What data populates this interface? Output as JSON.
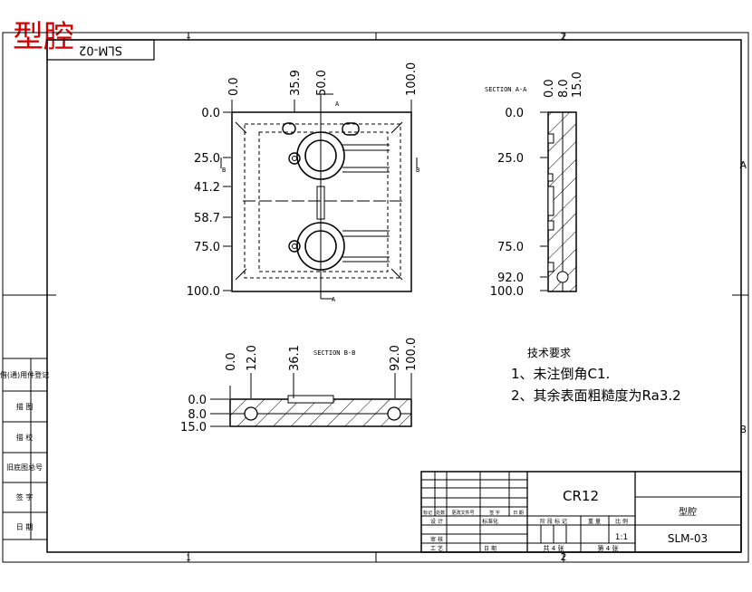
{
  "corner_title": "型腔",
  "stamp_code": "SLM-02",
  "zone_cols": [
    "1",
    "2"
  ],
  "zone_rows": [
    "A",
    "B"
  ],
  "front_view": {
    "x_dims": [
      "0.0",
      "35.9",
      "50.0",
      "100.0"
    ],
    "y_dims": [
      "0.0",
      "25.0",
      "41.2",
      "58.7",
      "75.0",
      "100.0"
    ],
    "section_marks": [
      "A",
      "A",
      "B",
      "B"
    ]
  },
  "section_aa": {
    "title": "SECTION A-A",
    "x_dims": [
      "0.0",
      "8.0",
      "15.0"
    ],
    "y_dims": [
      "0.0",
      "25.0",
      "75.0",
      "92.0",
      "100.0"
    ]
  },
  "section_bb": {
    "title": "SECTION B-B",
    "x_dims": [
      "0.0",
      "12.0",
      "36.1",
      "92.0",
      "100.0"
    ],
    "y_dims": [
      "0.0",
      "8.0",
      "15.0"
    ]
  },
  "tech_requirements": {
    "title": "技术要求",
    "items": [
      "1、未注倒角C1.",
      "2、其余表面粗糙度为Ra3.2"
    ]
  },
  "left_column": [
    "借(通)用件登记",
    "描 图",
    "描 校",
    "旧底图总号",
    "签 字",
    "日 期"
  ],
  "title_block": {
    "material": "CR12",
    "part_name": "型腔",
    "drawing_no": "SLM-03",
    "scale": "1:1",
    "sheets_total": "共 4 张",
    "sheet_no": "第 4 张",
    "row_labels": [
      "标记",
      "处数",
      "更改文件号",
      "签 字",
      "日 期"
    ],
    "labels_design": [
      "设 计",
      "标准化"
    ],
    "labels_process": [
      "审 核",
      "工 艺",
      "日 期"
    ],
    "stage_labels": [
      "阶 段 标 记",
      "重 量",
      "比 例"
    ]
  }
}
